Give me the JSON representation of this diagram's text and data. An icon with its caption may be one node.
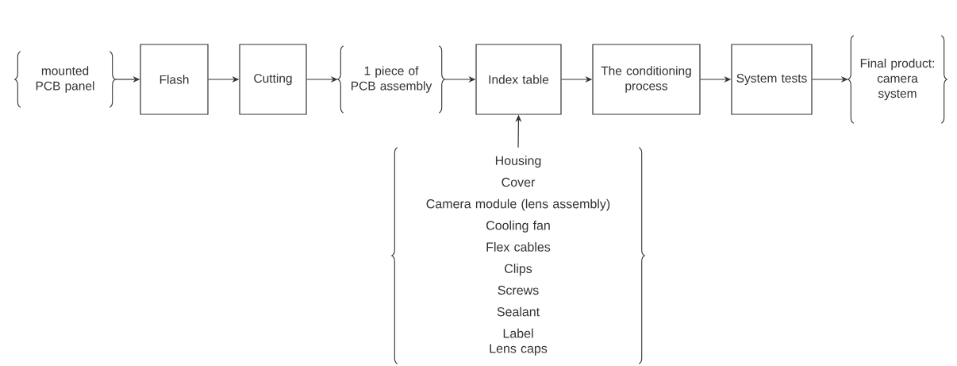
{
  "diagram": {
    "nodes": [
      {
        "text": [
          "mounted PCB panel"
        ]
      },
      {
        "text": [
          "Flash"
        ]
      },
      {
        "text": [
          "Cutting"
        ]
      },
      {
        "text": [
          "1 piece of PCB assembly"
        ]
      },
      {
        "text": [
          "Index table"
        ]
      },
      {
        "text": [
          "The conditioning process"
        ]
      },
      {
        "text": [
          "System tests"
        ]
      },
      {
        "text": [
          "Final product: camera system"
        ]
      },
      {
        "text": [
          "Housing",
          "Cover",
          "Camera module (lens assembly)",
          "Cooling fan",
          "Flex cables",
          "Clips",
          "Screws",
          "Sealant",
          "Label",
          "Lens caps"
        ]
      }
    ],
    "edges": [
      {
        "from": 0,
        "to": 1,
        "arrow": "to"
      },
      {
        "from": 1,
        "to": 2,
        "arrow": "to"
      },
      {
        "from": 2,
        "to": 3,
        "arrow": "to"
      },
      {
        "from": 3,
        "to": 4,
        "arrow": "to"
      },
      {
        "from": 4,
        "to": 5,
        "arrow": "to"
      },
      {
        "from": 5,
        "to": 6,
        "arrow": "to"
      },
      {
        "from": 6,
        "to": 7,
        "arrow": "to"
      },
      {
        "from": 8,
        "to": 4,
        "arrow": "to"
      }
    ]
  }
}
